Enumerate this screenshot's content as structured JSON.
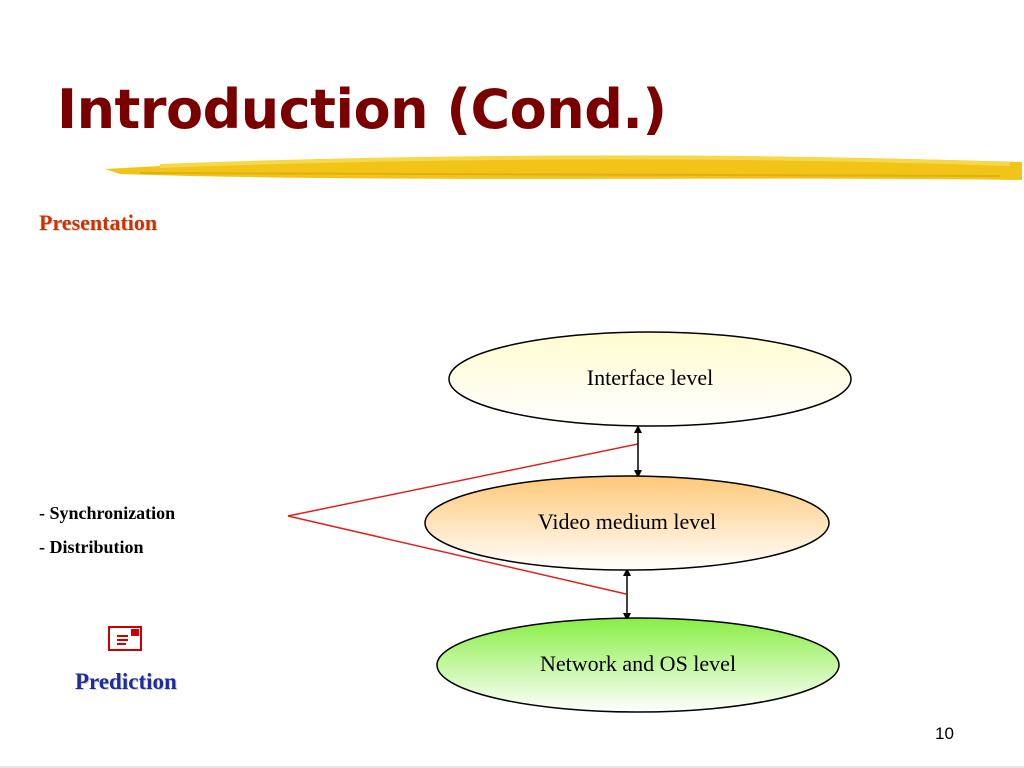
{
  "slide": {
    "title": "Introduction (Cond.)",
    "subtitle": "Presentation",
    "bullets": [
      "- Synchronization",
      "- Distribution"
    ],
    "nav_link": {
      "label": "Prediction",
      "icon": "document-link-icon"
    },
    "page_number": "10"
  },
  "diagram": {
    "nodes": [
      {
        "label": "Interface level"
      },
      {
        "label": "Video medium level"
      },
      {
        "label": "Network and OS level"
      }
    ]
  },
  "colors": {
    "title": "#7a0000",
    "subtitle": "#cc3300",
    "link": "#1f2ba0",
    "accent_stroke": "#f2c418",
    "bracket_line": "#e02020",
    "node_fill_top": "#fffbd0",
    "node_fill_middle": "#ffc878",
    "node_fill_bottom": "#88ee44"
  }
}
